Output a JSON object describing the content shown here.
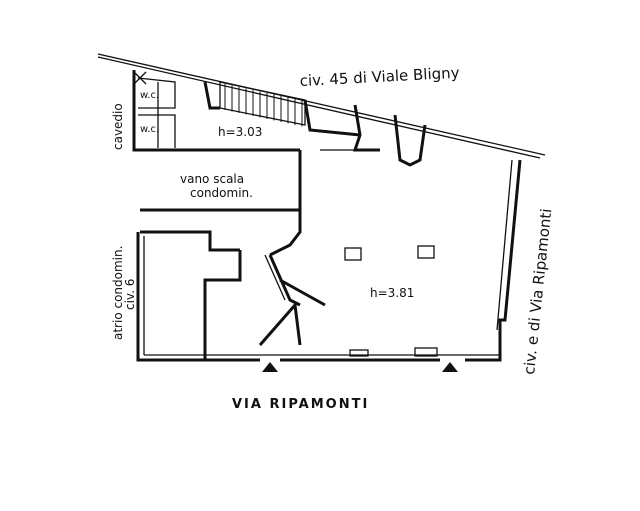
{
  "labels": {
    "north_street": "civ. 45 di Viale Bligny",
    "east_street": "civ. e di Via Ripamonti",
    "west_building": "atrio condomin. civ. 6",
    "cavedio": "cavedio",
    "wc_upper": "w.c.",
    "wc_lower": "w.c.",
    "height_small": "h=3.03",
    "stair_line1": "vano scala",
    "stair_line2": "condomin.",
    "height_main": "h=3.81",
    "south_street": "VIA RIPAMONTI"
  },
  "colors": {
    "ink": "#111111",
    "paper": "#ffffff"
  }
}
